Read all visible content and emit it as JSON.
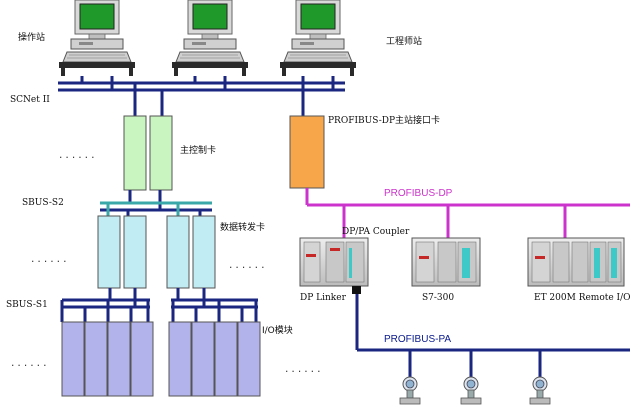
{
  "labels": {
    "operator_station": "操作站",
    "engineer_station": "工程师站",
    "scnet": "SCNet II",
    "main_control_card": "主控制卡",
    "profibus_dp_master_card": "PROFIBUS-DP主站接口卡",
    "profibus_dp": "PROFIBUS-DP",
    "sbus_s2": "SBUS-S2",
    "data_forward_card": "数据转发卡",
    "dp_pa_coupler": "DP/PA Coupler",
    "dp_linker": "DP Linker",
    "s7_300": "S7-300",
    "et200m": "ET 200M Remote I/O",
    "sbus_s1": "SBUS-S1",
    "io_module": "I/O模块",
    "profibus_pa": "PROFIBUS-PA",
    "ellipsis": "......"
  },
  "colors": {
    "bus_navy": "#1a2680",
    "bus_teal": "#3aa8a8",
    "profibus_magenta": "#cc33cc",
    "main_card_fill": "#c8f5c0",
    "dp_master_fill": "#f7a64a",
    "forward_card_fill": "#c2ecf4",
    "io_module_fill": "#b3b3ec",
    "monitor_screen": "#1f9a2a"
  }
}
